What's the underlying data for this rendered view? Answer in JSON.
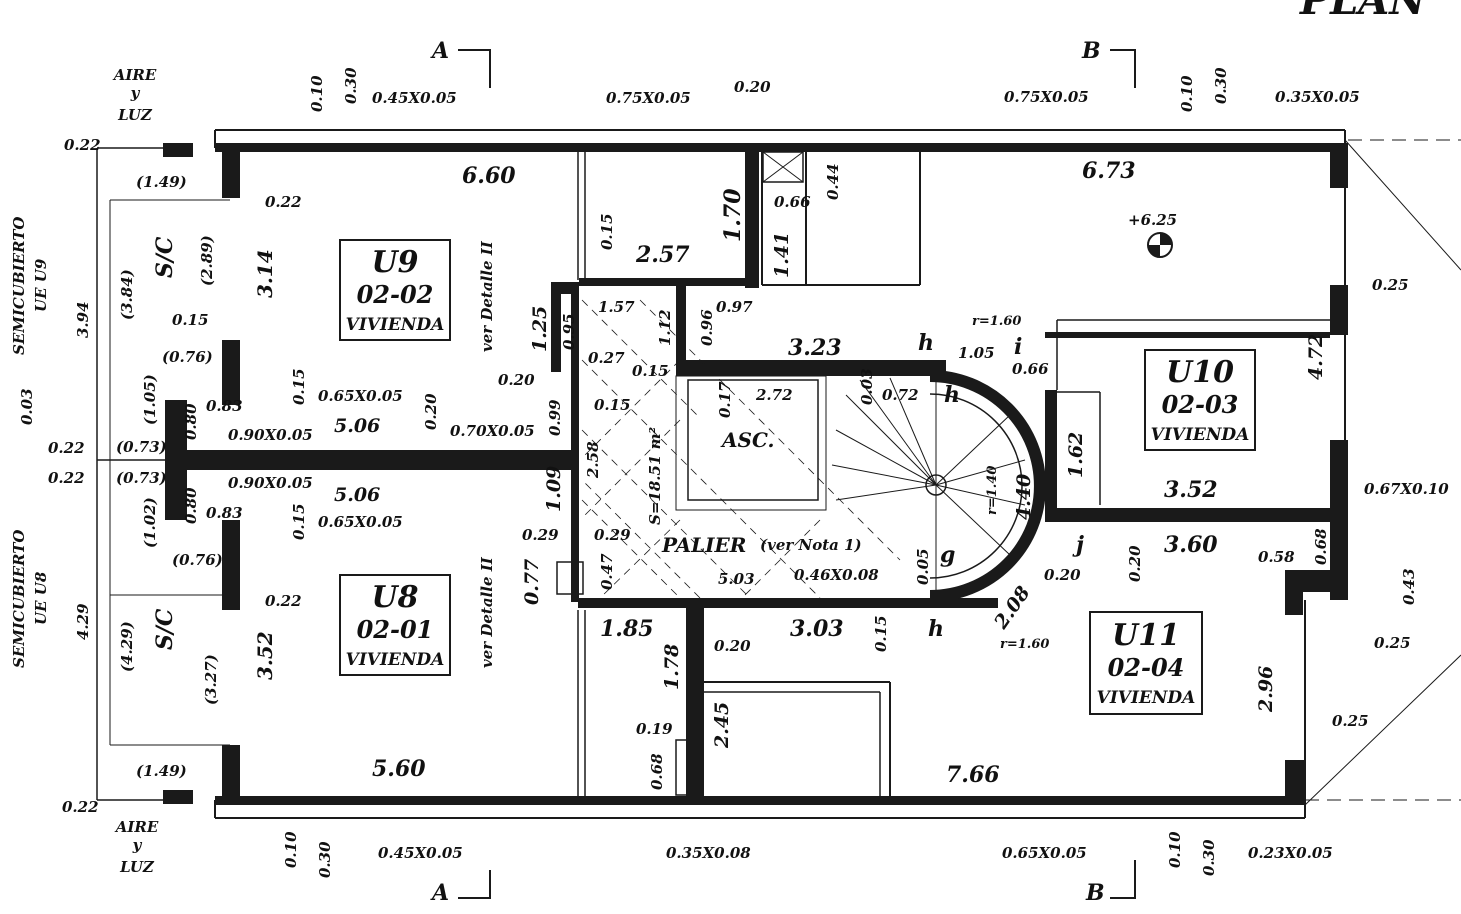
{
  "header": {
    "title_fragment": "PLAN"
  },
  "sections": {
    "a_top": "A",
    "b_top": "B",
    "a_bottom": "A",
    "b_bottom": "B"
  },
  "light": {
    "top": [
      "AIRE",
      "y",
      "LUZ"
    ],
    "bottom": [
      "AIRE",
      "y",
      "LUZ"
    ]
  },
  "semicubierto": {
    "ue9": [
      "SEMICUBIERTO",
      "UE U9"
    ],
    "ue8": [
      "SEMICUBIERTO",
      "UE U8"
    ]
  },
  "units": [
    {
      "id": "U9",
      "code": "02-02",
      "use": "VIVIENDA"
    },
    {
      "id": "U8",
      "code": "02-01",
      "use": "VIVIENDA"
    },
    {
      "id": "U10",
      "code": "02-03",
      "use": "VIVIENDA"
    },
    {
      "id": "U11",
      "code": "02-04",
      "use": "VIVIENDA"
    }
  ],
  "labels": {
    "sc_top": "S/C",
    "sc_bottom": "S/C",
    "asc": "ASC.",
    "palier": "PALIER",
    "palier_note": "(ver Nota 1)",
    "area": "S=18.51 m²",
    "detalle_top": "ver Detalle II",
    "detalle_bottom": "ver Detalle II",
    "level": "+6.25"
  },
  "dims": {
    "top_010": "0.10",
    "top_030": "0.30",
    "top_045": "0.45X0.05",
    "top_075": "0.75X0.05",
    "top_020": "0.20",
    "top_075b": "0.75X0.05",
    "top_010b": "0.10",
    "top_030b": "0.30",
    "top_035": "0.35X0.05",
    "bot_010": "0.10",
    "bot_030": "0.30",
    "bot_045": "0.45X0.05",
    "bot_035": "0.35X0.08",
    "bot_065": "0.65X0.05",
    "bot_010b": "0.10",
    "bot_030b": "0.30",
    "bot_023": "0.23X0.05",
    "l_022a": "0.22",
    "l_149a": "(1.49)",
    "l_022b": "0.22",
    "l_339": "3.94",
    "l_384": "(3.84)",
    "l_015": "0.15",
    "l_076": "(0.76)",
    "l_105": "(1.05)",
    "l_003": "0.03",
    "l_022c": "0.22",
    "l_073a": "(0.73)",
    "l_022d": "0.22",
    "l_073b": "(0.73)",
    "l_102": "(1.02)",
    "l_076b": "(0.76)",
    "l_429": "4.29",
    "l_429b": "(4.29)",
    "l_149b": "(1.49)",
    "l_022e": "0.22",
    "l_289": "(2.89)",
    "l_327": "(3.27)",
    "u9_660": "6.60",
    "u9_022": "0.22",
    "u9_314": "3.14",
    "u9_015": "0.15",
    "u9_065": "0.65X0.05",
    "u9_020": "0.20",
    "u9_083": "0.83",
    "u9_080": "0.80",
    "u9_090": "0.90X0.05",
    "u9_506": "5.06",
    "u9_070": "0.70X0.05",
    "u9_125": "1.25",
    "u9_020b": "0.20",
    "u8_080": "0.80",
    "u8_090": "0.90X0.05",
    "u8_506": "5.06",
    "u8_083": "0.83",
    "u8_015": "0.15",
    "u8_065": "0.65X0.05",
    "u8_022": "0.22",
    "u8_352": "3.52",
    "u8_560": "5.60",
    "u8_077": "0.77",
    "u8_029": "0.29",
    "u8_109": "1.09",
    "c_015": "0.15",
    "c_257": "2.57",
    "c_170": "1.70",
    "c_066": "0.66",
    "c_141": "1.41",
    "c_044": "0.44",
    "c_157": "1.57",
    "c_112": "1.12",
    "c_096": "0.96",
    "c_097": "0.97",
    "c_095": "0.95",
    "c_027": "0.27",
    "c_015b": "0.15",
    "c_015c": "0.15",
    "c_258": "2.58",
    "c_099": "0.99",
    "c_029": "0.29",
    "c_047": "0.47",
    "c_503": "5.03",
    "c_046": "0.46X0.08",
    "c_005": "0.05",
    "c_185": "1.85",
    "c_020": "0.20",
    "c_178": "1.78",
    "c_019": "0.19",
    "c_068": "0.68",
    "c_245": "2.45",
    "c_303": "3.03",
    "c_015d": "0.15",
    "c_323": "3.23",
    "c_272": "2.72",
    "c_017": "0.17",
    "c_003": "0.03",
    "c_072": "0.72",
    "s_r160a": "r=1.60",
    "s_105": "1.05",
    "s_066": "0.66",
    "s_440": "4.40",
    "s_r140": "r=1.40",
    "s_208": "2.08",
    "s_r160b": "r=1.60",
    "s_020": "0.20",
    "r_673": "6.73",
    "r_025": "0.25",
    "r_472": "4.72",
    "r_162": "1.62",
    "r_352": "3.52",
    "r_067": "0.67X0.10",
    "r_020": "0.20",
    "r_360": "3.60",
    "r_058": "0.58",
    "r_068": "0.68",
    "r_043": "0.43",
    "r_025b": "0.25",
    "r_296": "2.96",
    "r_025c": "0.25",
    "r_766": "7.66"
  },
  "marks": {
    "h1": "h",
    "h2": "h",
    "h3": "h",
    "i": "i",
    "j": "j",
    "g": "g"
  }
}
